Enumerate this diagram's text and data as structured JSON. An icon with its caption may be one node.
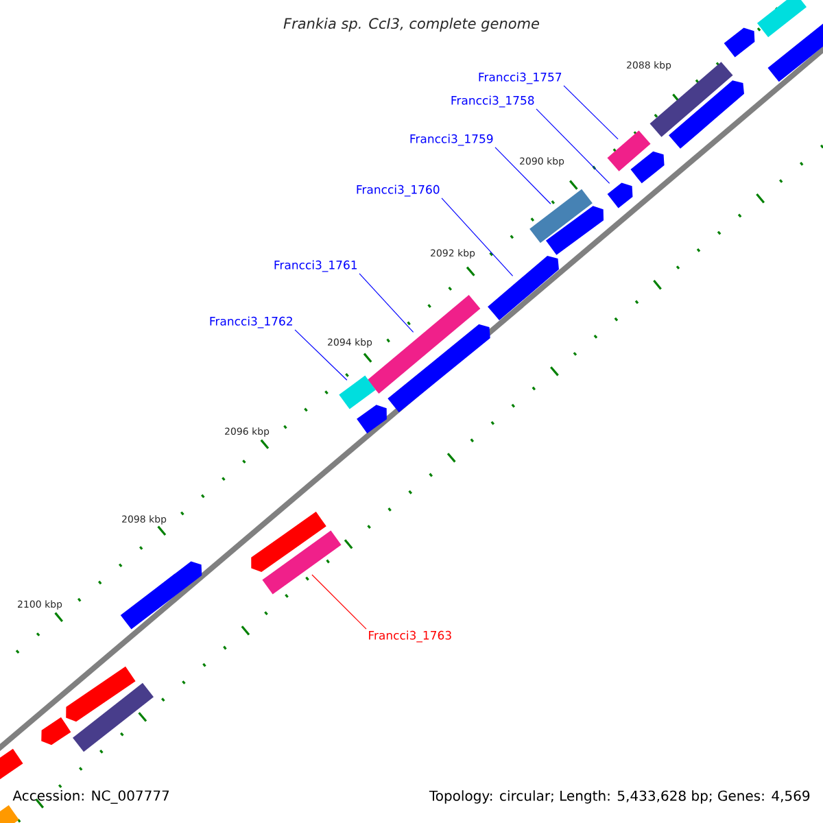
{
  "diagram": {
    "title": "Frankia sp. CcI3, complete genome",
    "nodes": [
      {
        "text": [
          "Francci3_1757"
        ]
      },
      {
        "text": [
          "Francci3_1758"
        ]
      },
      {
        "text": [
          "Francci3_1759"
        ]
      },
      {
        "text": [
          "Francci3_1760"
        ]
      },
      {
        "text": [
          "Francci3_1761"
        ]
      },
      {
        "text": [
          "Francci3_1762"
        ]
      },
      {
        "text": [
          "Francci3_1763"
        ]
      },
      {
        "text": [],
        "shape": "bar"
      },
      {
        "text": [],
        "shape": "arrow"
      },
      {
        "text": [],
        "shape": "arrow"
      },
      {
        "text": [],
        "shape": "bar"
      },
      {
        "text": [],
        "shape": "arrow"
      },
      {
        "text": [],
        "shape": "bar"
      },
      {
        "text": [],
        "shape": "arrow"
      },
      {
        "text": [],
        "shape": "arrow"
      },
      {
        "text": [],
        "shape": "bar"
      },
      {
        "text": [],
        "shape": "arrow"
      },
      {
        "text": [],
        "shape": "arrow"
      },
      {
        "text": [],
        "shape": "bar"
      },
      {
        "text": [],
        "shape": "arrow"
      },
      {
        "text": [],
        "shape": "bar"
      },
      {
        "text": [],
        "shape": "arrow"
      },
      {
        "text": [],
        "shape": "arrow"
      },
      {
        "text": [],
        "shape": "bar"
      },
      {
        "text": [],
        "shape": "arrow"
      },
      {
        "text": [],
        "shape": "arrow"
      },
      {
        "text": [],
        "shape": "bar"
      },
      {
        "text": [],
        "shape": "arrow"
      },
      {
        "text": [],
        "shape": "arrow"
      },
      {
        "text": [],
        "shape": "arrow"
      }
    ],
    "edges": [
      {
        "from": 0,
        "to": 12,
        "arrow": "none"
      },
      {
        "from": 1,
        "to": 14,
        "arrow": "none"
      },
      {
        "from": 2,
        "to": 15,
        "arrow": "none"
      },
      {
        "from": 3,
        "to": 17,
        "arrow": "none"
      },
      {
        "from": 4,
        "to": 18,
        "arrow": "none"
      },
      {
        "from": 5,
        "to": 20,
        "arrow": "none"
      },
      {
        "from": 6,
        "to": 23,
        "arrow": "none",
        "color": "#ff0000"
      }
    ],
    "labels": [
      "2088 kbp",
      "2090 kbp",
      "2092 kbp",
      "2094 kbp",
      "2096 kbp",
      "2098 kbp",
      "2100 kbp",
      "Accession: NC_007777",
      "Topology: circular; Length: 5,433,628 bp; Genes: 4,569"
    ]
  }
}
